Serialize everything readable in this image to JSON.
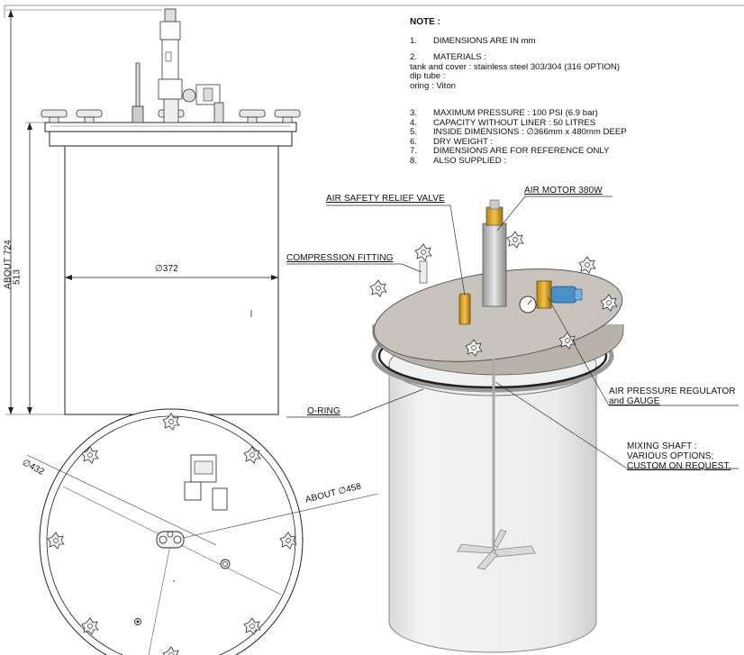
{
  "notes": {
    "title": "NOTE :",
    "item1_num": "1.",
    "item1": "DIMENSIONS ARE IN mm",
    "item2_num": "2.",
    "item2": "MATERIALS :",
    "item2_line2": "tank and cover : stainless steel 303/304 (316 OPTION)",
    "item2_line3": "dip tube :",
    "item2_line4": "oring : Viton",
    "item3_num": "3.",
    "item3": "MAXIMUM PRESSURE : 100 PSI (6.9 bar)",
    "item4_num": "4.",
    "item4": "CAPACITY WITHOUT LINER : 50 LITRES",
    "item5_num": "5.",
    "item5": "INSIDE DIMENSIONS : ∅366mm x 480mm DEEP",
    "item6_num": "6.",
    "item6": "DRY WEIGHT :",
    "item7_num": "7.",
    "item7": "DIMENSIONS ARE FOR REFERENCE ONLY",
    "item8_num": "8.",
    "item8": "ALSO SUPPLIED :"
  },
  "labels": {
    "air_safety_relief_valve": "AIR SAFETY RELIEF VALVE",
    "air_motor": "AIR MOTOR 380W",
    "compression_fitting": "COMPRESSION FITTING",
    "o_ring": "O-RING",
    "air_pressure_regulator_line1": "AIR PRESSURE REGULATOR",
    "air_pressure_regulator_line2": "and GAUGE",
    "mixing_shaft_line1": "MIXING SHAFT :",
    "mixing_shaft_line2": "VARIOUS OPTIONS;",
    "mixing_shaft_line3": "CUSTOM ON REQUEST."
  },
  "dimensions": {
    "overall_height": "ABOUT 724",
    "tank_height": "513",
    "tank_diameter": "∅372",
    "cover_diameter": "∅432",
    "flange_diameter": "ABOUT ∅458"
  }
}
